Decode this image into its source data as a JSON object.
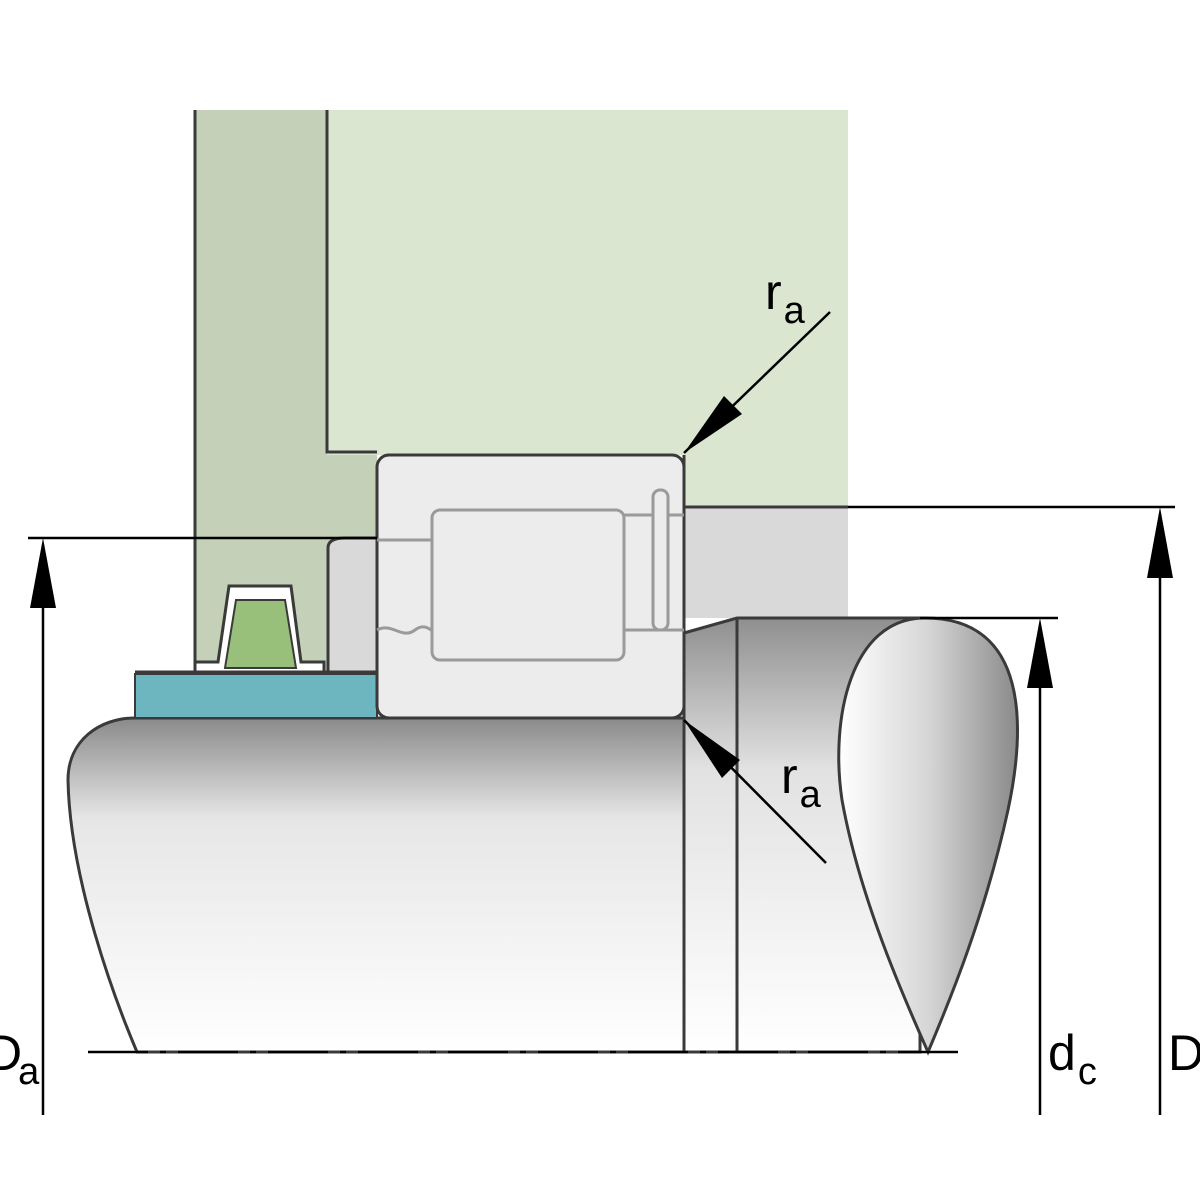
{
  "labels": {
    "ra_top_main": "r",
    "ra_top_sub": "a",
    "ra_bottom_main": "r",
    "ra_bottom_sub": "a",
    "Da_main": "D",
    "Da_sub": "a",
    "dc_main": "d",
    "dc_sub": "c",
    "D_main": "D"
  },
  "colors": {
    "housing": "#dbe6d0",
    "cover": "#c4d1b8",
    "bearing": "#ececec",
    "spacer": "#d9d9d9",
    "sleeve": "#6db6c0",
    "seal": "#98c07a",
    "outline": "#3a3a3a"
  },
  "icons": [
    "arrow-up-icon",
    "arrow-diagonal-icon"
  ]
}
